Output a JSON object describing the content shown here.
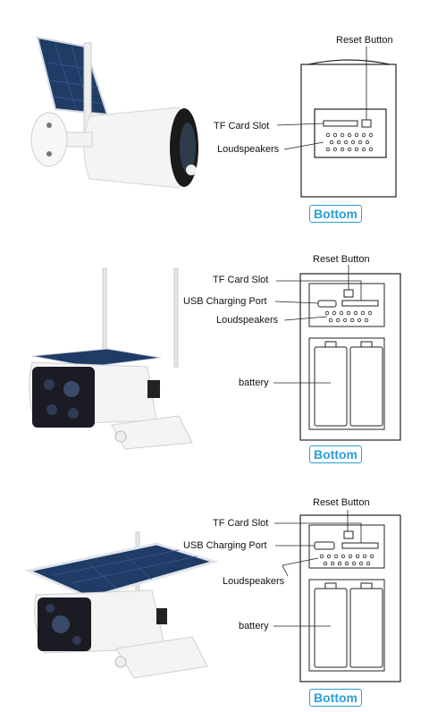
{
  "panels": [
    {
      "reset_label": "Reset Button",
      "tf_label": "TF Card Slot",
      "speaker_label": "Loudspeakers",
      "bottom_label": "Bottom",
      "camera_icon": "bullet-camera-with-solar-panel-icon"
    },
    {
      "reset_label": "Reset Button",
      "tf_label": "TF Card Slot",
      "usb_label": "USB Charging Port",
      "speaker_label": "Loudspeakers",
      "battery_label": "battery",
      "bottom_label": "Bottom",
      "camera_icon": "bullet-camera-with-antennas-icon"
    },
    {
      "reset_label": "Reset Button",
      "tf_label": "TF Card Slot",
      "usb_label": "USB Charging Port",
      "speaker_label": "Loudspeakers",
      "battery_label": "battery",
      "bottom_label": "Bottom",
      "camera_icon": "bullet-camera-with-large-solar-panel-icon"
    }
  ],
  "colors": {
    "accent": "#2b9fd6",
    "line": "#222222"
  }
}
